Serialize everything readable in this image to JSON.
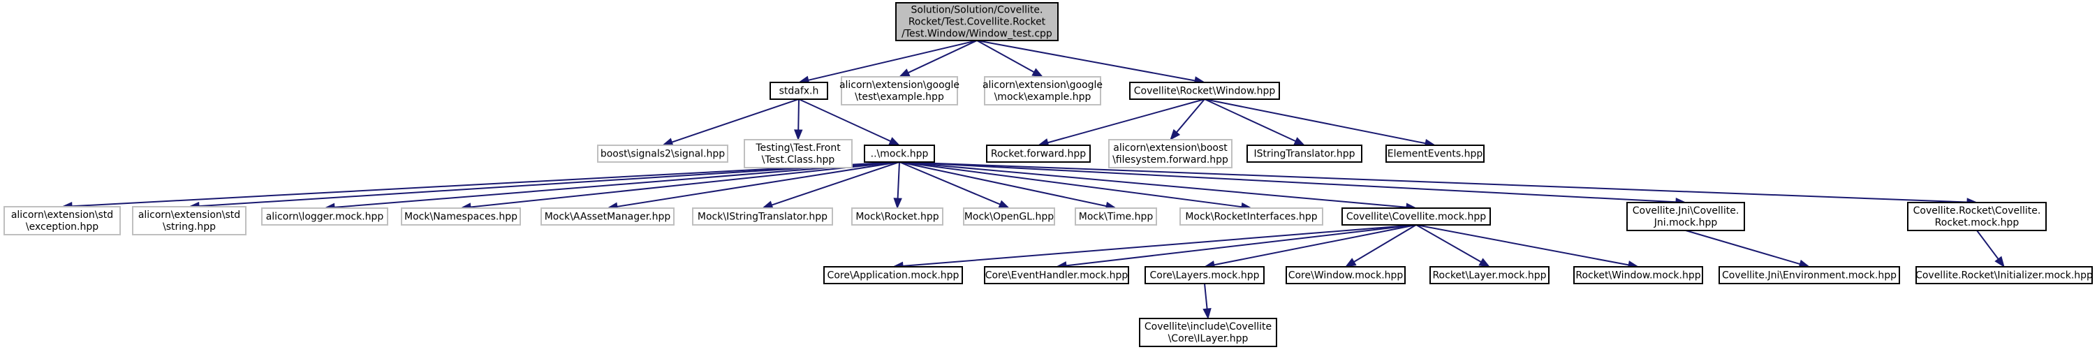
{
  "colors": {
    "edge": "#191970",
    "border_normal": "#000000",
    "border_external": "#bfbfbf",
    "fill_normal": "#ffffff",
    "fill_root": "#bfbfbf"
  },
  "nodes": [
    {
      "id": "root",
      "kind": "root",
      "lines": [
        "Solution/Solution/Covellite.",
        "Rocket/Test.Covellite.Rocket",
        "/Test.Window/Window_test.cpp"
      ]
    },
    {
      "id": "stdafx",
      "kind": "normal",
      "lines": [
        "stdafx.h"
      ]
    },
    {
      "id": "google-test-example",
      "kind": "external",
      "lines": [
        "alicorn\\extension\\google",
        "\\test\\example.hpp"
      ]
    },
    {
      "id": "google-mock-example",
      "kind": "external",
      "lines": [
        "alicorn\\extension\\google",
        "\\mock\\example.hpp"
      ]
    },
    {
      "id": "rocket-window",
      "kind": "normal",
      "lines": [
        "Covellite\\Rocket\\Window.hpp"
      ]
    },
    {
      "id": "boost-signal",
      "kind": "external",
      "lines": [
        "boost\\signals2\\signal.hpp"
      ]
    },
    {
      "id": "testing-class",
      "kind": "external",
      "lines": [
        "Testing\\Test.Front",
        "\\Test.Class.hpp"
      ]
    },
    {
      "id": "mock",
      "kind": "normal",
      "lines": [
        "..\\mock.hpp"
      ]
    },
    {
      "id": "rocket-forward",
      "kind": "normal",
      "lines": [
        "Rocket.forward.hpp"
      ]
    },
    {
      "id": "boost-fs-forward",
      "kind": "external",
      "lines": [
        "alicorn\\extension\\boost",
        "\\filesystem.forward.hpp"
      ]
    },
    {
      "id": "istring-translator",
      "kind": "normal",
      "lines": [
        "IStringTranslator.hpp"
      ]
    },
    {
      "id": "element-events",
      "kind": "normal",
      "lines": [
        "ElementEvents.hpp"
      ]
    },
    {
      "id": "std-exception",
      "kind": "external",
      "lines": [
        "alicorn\\extension\\std",
        "\\exception.hpp"
      ]
    },
    {
      "id": "std-string",
      "kind": "external",
      "lines": [
        "alicorn\\extension\\std",
        "\\string.hpp"
      ]
    },
    {
      "id": "logger-mock",
      "kind": "external",
      "lines": [
        "alicorn\\logger.mock.hpp"
      ]
    },
    {
      "id": "mock-namespaces",
      "kind": "external",
      "lines": [
        "Mock\\Namespaces.hpp"
      ]
    },
    {
      "id": "mock-asset-manager",
      "kind": "external",
      "lines": [
        "Mock\\AAssetManager.hpp"
      ]
    },
    {
      "id": "mock-istring-translator",
      "kind": "external",
      "lines": [
        "Mock\\IStringTranslator.hpp"
      ]
    },
    {
      "id": "mock-rocket",
      "kind": "external",
      "lines": [
        "Mock\\Rocket.hpp"
      ]
    },
    {
      "id": "mock-opengl",
      "kind": "external",
      "lines": [
        "Mock\\OpenGL.hpp"
      ]
    },
    {
      "id": "mock-time",
      "kind": "external",
      "lines": [
        "Mock\\Time.hpp"
      ]
    },
    {
      "id": "mock-rocket-interfaces",
      "kind": "external",
      "lines": [
        "Mock\\RocketInterfaces.hpp"
      ]
    },
    {
      "id": "covellite-mock",
      "kind": "normal",
      "lines": [
        "Covellite\\Covellite.mock.hpp"
      ]
    },
    {
      "id": "jni-mock",
      "kind": "normal",
      "lines": [
        "Covellite.Jni\\Covellite.",
        "Jni.mock.hpp"
      ]
    },
    {
      "id": "rocket-mock",
      "kind": "normal",
      "lines": [
        "Covellite.Rocket\\Covellite.",
        "Rocket.mock.hpp"
      ]
    },
    {
      "id": "core-application-mock",
      "kind": "normal",
      "lines": [
        "Core\\Application.mock.hpp"
      ]
    },
    {
      "id": "core-eventhandler-mock",
      "kind": "normal",
      "lines": [
        "Core\\EventHandler.mock.hpp"
      ]
    },
    {
      "id": "core-layers-mock",
      "kind": "normal",
      "lines": [
        "Core\\Layers.mock.hpp"
      ]
    },
    {
      "id": "core-window-mock",
      "kind": "normal",
      "lines": [
        "Core\\Window.mock.hpp"
      ]
    },
    {
      "id": "rocket-layer-mock",
      "kind": "normal",
      "lines": [
        "Rocket\\Layer.mock.hpp"
      ]
    },
    {
      "id": "rocket-window-mock",
      "kind": "normal",
      "lines": [
        "Rocket\\Window.mock.hpp"
      ]
    },
    {
      "id": "jni-environment-mock",
      "kind": "normal",
      "lines": [
        "Covellite.Jni\\Environment.mock.hpp"
      ]
    },
    {
      "id": "rocket-initializer-mock",
      "kind": "normal",
      "lines": [
        "Covellite.Rocket\\Initializer.mock.hpp"
      ]
    },
    {
      "id": "ilayer",
      "kind": "normal",
      "lines": [
        "Covellite\\include\\Covellite",
        "\\Core\\ILayer.hpp"
      ]
    }
  ],
  "edges": [
    [
      "root",
      "stdafx"
    ],
    [
      "root",
      "google-test-example"
    ],
    [
      "root",
      "google-mock-example"
    ],
    [
      "root",
      "rocket-window"
    ],
    [
      "stdafx",
      "boost-signal"
    ],
    [
      "stdafx",
      "testing-class"
    ],
    [
      "stdafx",
      "mock"
    ],
    [
      "rocket-window",
      "rocket-forward"
    ],
    [
      "rocket-window",
      "boost-fs-forward"
    ],
    [
      "rocket-window",
      "istring-translator"
    ],
    [
      "rocket-window",
      "element-events"
    ],
    [
      "mock",
      "std-exception"
    ],
    [
      "mock",
      "std-string"
    ],
    [
      "mock",
      "logger-mock"
    ],
    [
      "mock",
      "mock-namespaces"
    ],
    [
      "mock",
      "mock-asset-manager"
    ],
    [
      "mock",
      "mock-istring-translator"
    ],
    [
      "mock",
      "mock-rocket"
    ],
    [
      "mock",
      "mock-opengl"
    ],
    [
      "mock",
      "mock-time"
    ],
    [
      "mock",
      "mock-rocket-interfaces"
    ],
    [
      "mock",
      "covellite-mock"
    ],
    [
      "mock",
      "jni-mock"
    ],
    [
      "mock",
      "rocket-mock"
    ],
    [
      "covellite-mock",
      "core-application-mock"
    ],
    [
      "covellite-mock",
      "core-eventhandler-mock"
    ],
    [
      "covellite-mock",
      "core-layers-mock"
    ],
    [
      "covellite-mock",
      "core-window-mock"
    ],
    [
      "covellite-mock",
      "rocket-layer-mock"
    ],
    [
      "covellite-mock",
      "rocket-window-mock"
    ],
    [
      "jni-mock",
      "jni-environment-mock"
    ],
    [
      "rocket-mock",
      "rocket-initializer-mock"
    ],
    [
      "core-layers-mock",
      "ilayer"
    ]
  ]
}
